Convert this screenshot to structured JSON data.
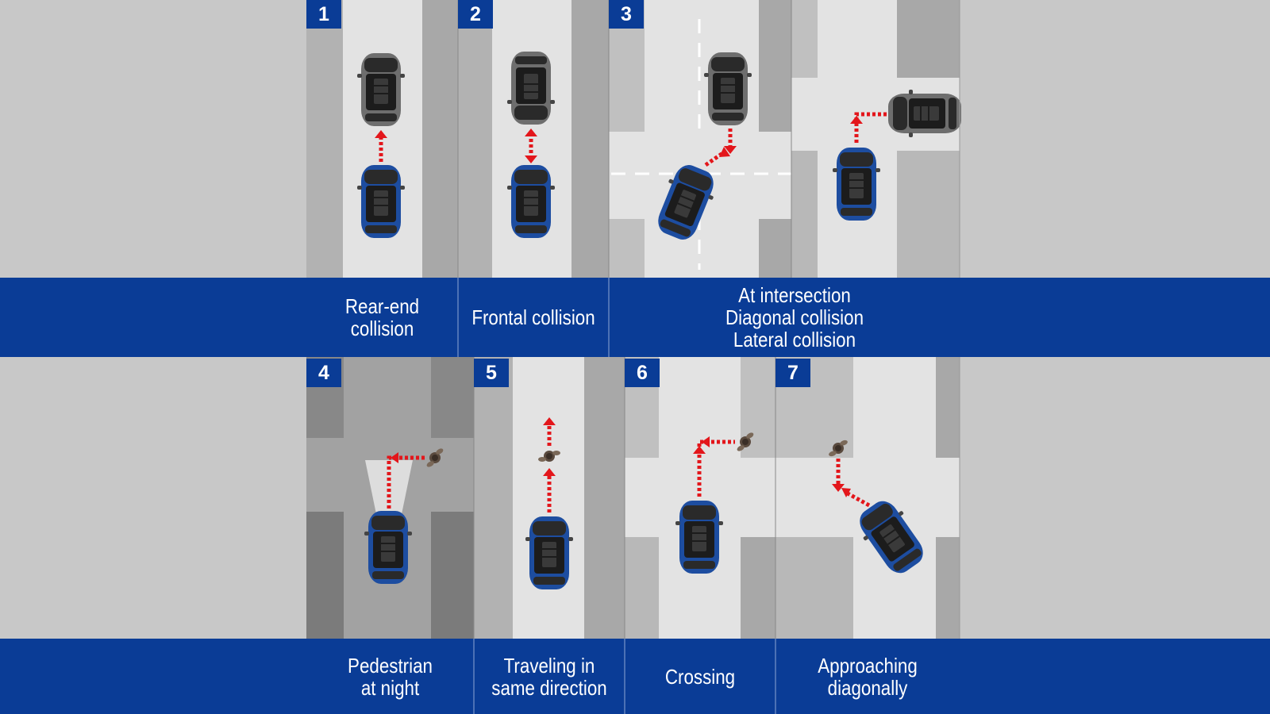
{
  "panels": [
    {
      "num": "1",
      "caption": [
        "Rear-end",
        "collision"
      ]
    },
    {
      "num": "2",
      "caption": [
        "Frontal collision"
      ]
    },
    {
      "num": "3",
      "caption": [
        "At intersection",
        "Diagonal collision",
        "Lateral collision"
      ]
    },
    {
      "num": "4",
      "caption": [
        "Pedestrian",
        "at night"
      ]
    },
    {
      "num": "5",
      "caption": [
        "Traveling in",
        "same direction"
      ]
    },
    {
      "num": "6",
      "caption": [
        "Crossing"
      ]
    },
    {
      "num": "7",
      "caption": [
        "Approaching",
        "diagonally"
      ]
    }
  ],
  "colors": {
    "band": "#0a3c96",
    "background": "#c8c8c8",
    "road": "#e3e3e3",
    "sidewalk": "#b2b2b2",
    "arrow": "#e3161b",
    "own_car": "#1d4da0",
    "other_car": "#6e6e6e"
  }
}
